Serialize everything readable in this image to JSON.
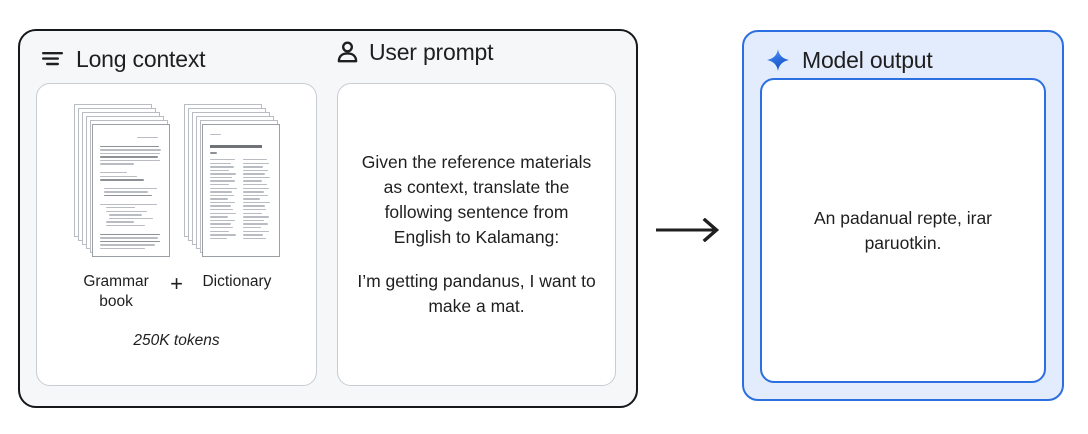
{
  "input_panel": {
    "context": {
      "icon": "list-lines-icon",
      "title": "Long context",
      "documents": [
        {
          "icon": "grammar-book-pages-icon",
          "label": "Grammar book"
        },
        {
          "icon": "dictionary-pages-icon",
          "label": "Dictionary"
        }
      ],
      "separator": "+",
      "token_note": "250K tokens"
    },
    "prompt": {
      "icon": "person-icon",
      "title": "User prompt",
      "instruction": "Given the reference materials as context, translate the following sentence from English to Kalamang:",
      "sentence": "I’m getting pandanus, I want to make a mat."
    }
  },
  "flow": {
    "arrow_icon": "right-arrow-icon"
  },
  "output_panel": {
    "icon": "sparkle-icon",
    "title": "Model output",
    "text": "An padanual repte, irar paruotkin."
  },
  "colors": {
    "panel_border": "#16181c",
    "panel_background": "#f6f7f9",
    "card_background": "#ffffff",
    "card_border": "#c9ccd1",
    "accent_blue": "#2b6fe0",
    "accent_blue_light": "#e3ecfd",
    "text": "#1f1f1f"
  }
}
